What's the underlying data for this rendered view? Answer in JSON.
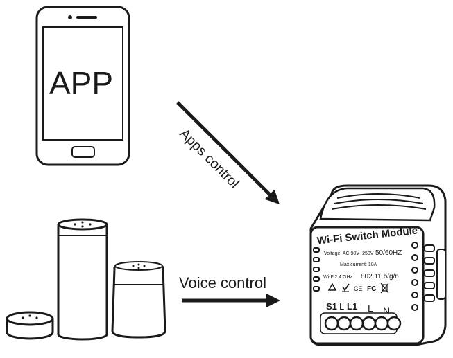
{
  "phone": {
    "screen_label": "APP"
  },
  "arrows": {
    "apps_label": "Apps control",
    "voice_label": "Voice control"
  },
  "module": {
    "title": "Wi-Fi Switch Module",
    "voltage": "Voltage: AC 90V~250V",
    "frequency": "50/60HZ",
    "current": "Max current: 10A",
    "wifi": "Wi-Fi2.4 GHz",
    "protocol": "802.11 b/g/n",
    "marks": {
      "ce": "CE",
      "fc": "FC"
    },
    "terminals": {
      "s1": "S1",
      "s2": "L",
      "l1": "L1",
      "l": "L",
      "n": "N"
    }
  },
  "colors": {
    "line": "#1a1a1a",
    "background": "#ffffff",
    "arrow": "#1a1a1a"
  }
}
